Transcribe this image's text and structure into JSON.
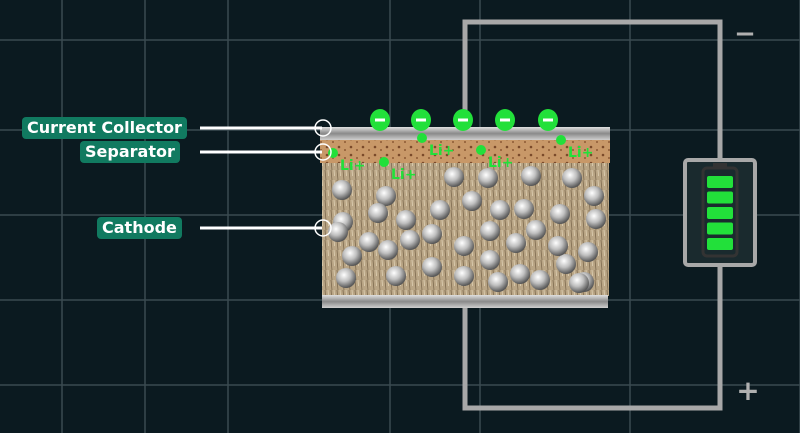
{
  "labels": {
    "current_collector": "Current Collector",
    "separator": "Separator",
    "cathode": "Cathode"
  },
  "terminals": {
    "negative": "−",
    "positive": "+"
  },
  "ion_label": "Li+",
  "electron_symbol": "−",
  "battery_charge_bars": 5,
  "colors": {
    "background": "#0b1a20",
    "label_bg": "#117a60",
    "electron": "#22e03a",
    "ion": "#22e03a",
    "battery_fill": "#22e03a",
    "wire": "#a8a8a8",
    "cathode": "#b9a585",
    "separator": "#c89868"
  }
}
